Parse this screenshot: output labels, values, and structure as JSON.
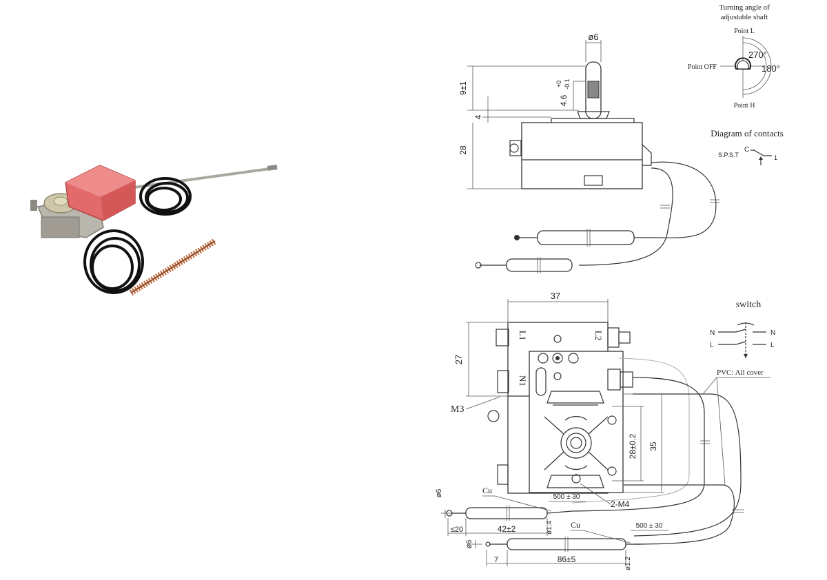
{
  "photo": {
    "colors": {
      "housing": "#e36a6a",
      "metal": "#b9b6ae",
      "wire": "#111111",
      "copper": "#c0673a"
    }
  },
  "shaft_diagram": {
    "title_line1": "Turning angle of",
    "title_line2": "adjustable shaft",
    "point_l": "Point L",
    "point_off": "Point OFF",
    "point_h": "Point H",
    "angle_270": "270°",
    "angle_180": "180°"
  },
  "contacts": {
    "title": "Diagram of contacts",
    "spst": "S.P.S.T",
    "c_label": "C",
    "one_label": "1"
  },
  "switch": {
    "title": "switch",
    "n_left": "N",
    "n_right": "N",
    "l_left": "L",
    "l_right": "L"
  },
  "top_view": {
    "dim_d6": "ø6",
    "dim_9": "9±1",
    "dim_4": "4",
    "dim_46": "4.6",
    "dim_46_tol_up": "+0",
    "dim_46_tol_dn": "-0.1",
    "dim_28": "28"
  },
  "bottom_view": {
    "dim_37": "37",
    "dim_27": "27",
    "label_l1": "L1",
    "label_l2": "L2",
    "label_n1": "N1",
    "label_m3": "M3",
    "dim_28_02": "28±0.2",
    "dim_35": "35",
    "label_2m4": "2-M4",
    "dim_500_30_a": "500 ± 30",
    "dim_500_30_b": "500 ± 30",
    "label_pvc": "PVC: All cover",
    "label_cu_a": "Cu",
    "label_cu_b": "Cu",
    "dim_d6_a": "ø6",
    "dim_d6_b": "ø6",
    "dim_le20": "≤20",
    "dim_42": "42±2",
    "dim_d14": "ø1.4",
    "dim_7": "7",
    "dim_86": "86±5",
    "dim_d12": "ø1.2"
  }
}
